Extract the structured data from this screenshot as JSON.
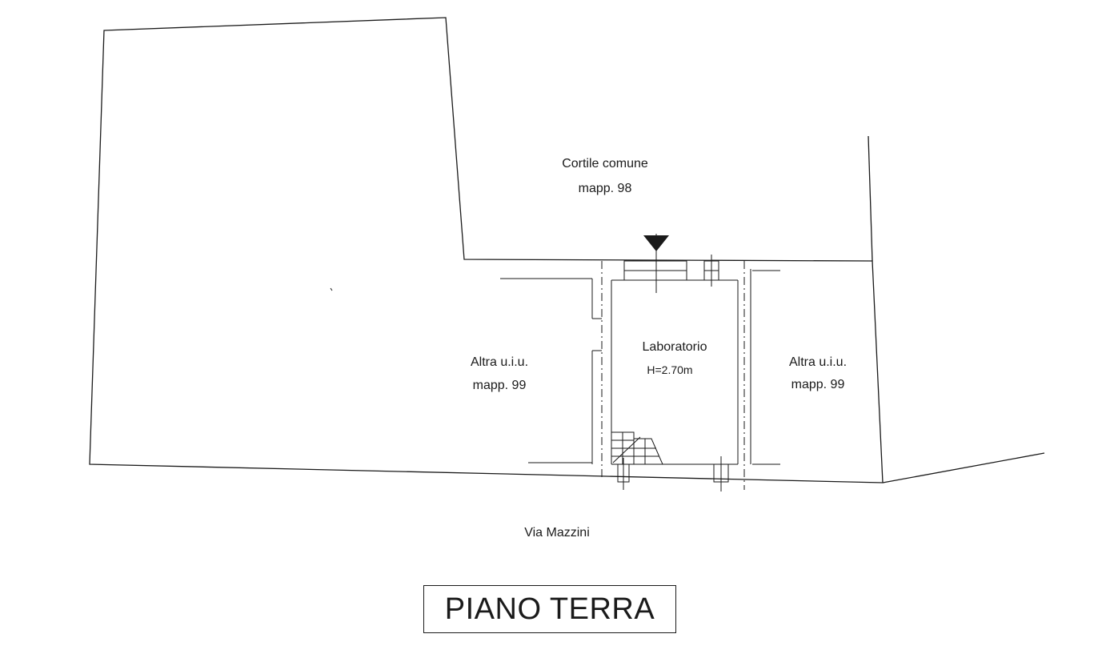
{
  "plan": {
    "courtyard": {
      "name": "Cortile comune",
      "parcel": "mapp. 98"
    },
    "room": {
      "name": "Laboratorio",
      "height": "H=2.70m"
    },
    "left_unit": {
      "name": "Altra u.i.u.",
      "parcel": "mapp. 99"
    },
    "right_unit": {
      "name": "Altra u.i.u.",
      "parcel": "mapp. 99"
    },
    "street": "Via Mazzini",
    "floor_title": "PIANO TERRA"
  }
}
